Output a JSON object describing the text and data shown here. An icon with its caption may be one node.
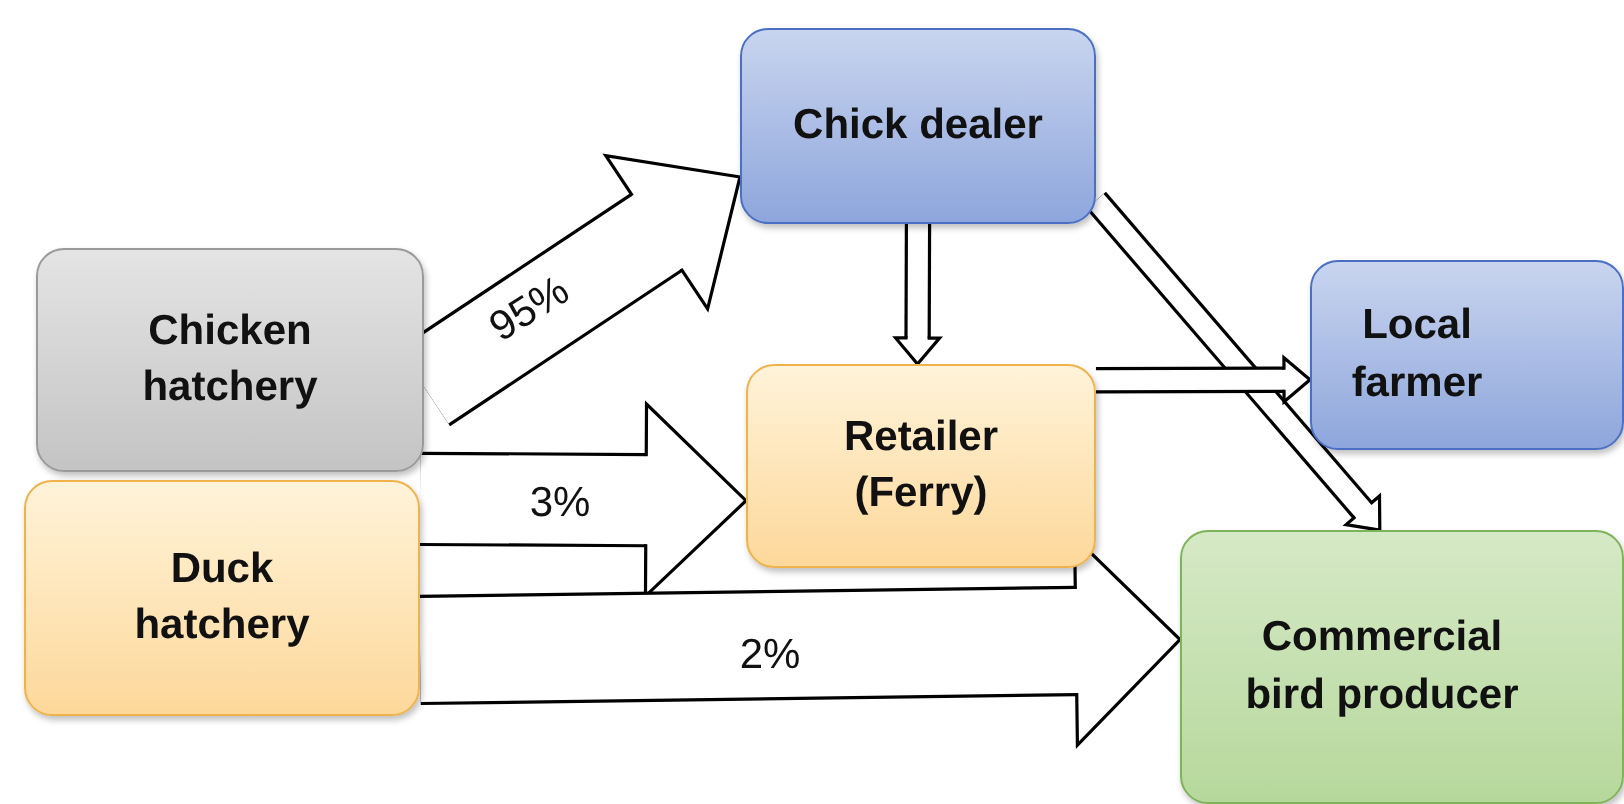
{
  "diagram": {
    "nodes": [
      {
        "text": [
          "Chick dealer"
        ]
      },
      {
        "text": [
          "Chicken hatchery"
        ]
      },
      {
        "text": [
          "Retailer (Ferry)"
        ]
      },
      {
        "text": [
          "Local farmer"
        ]
      },
      {
        "text": [
          "Duck hatchery"
        ]
      },
      {
        "text": [
          "Commercial bird producer"
        ]
      }
    ],
    "edges": [
      {
        "from": 1,
        "to": 0,
        "arrow": "to",
        "label": "95%",
        "style": "thick"
      },
      {
        "from": 4,
        "to": 2,
        "arrow": "to",
        "label": "3%",
        "style": "thick"
      },
      {
        "from": 4,
        "to": 5,
        "arrow": "to",
        "label": "2%",
        "style": "thick"
      },
      {
        "from": 0,
        "to": 2,
        "arrow": "to"
      },
      {
        "from": 0,
        "to": 5,
        "arrow": "to"
      },
      {
        "from": 2,
        "to": 3,
        "arrow": "to"
      }
    ]
  }
}
